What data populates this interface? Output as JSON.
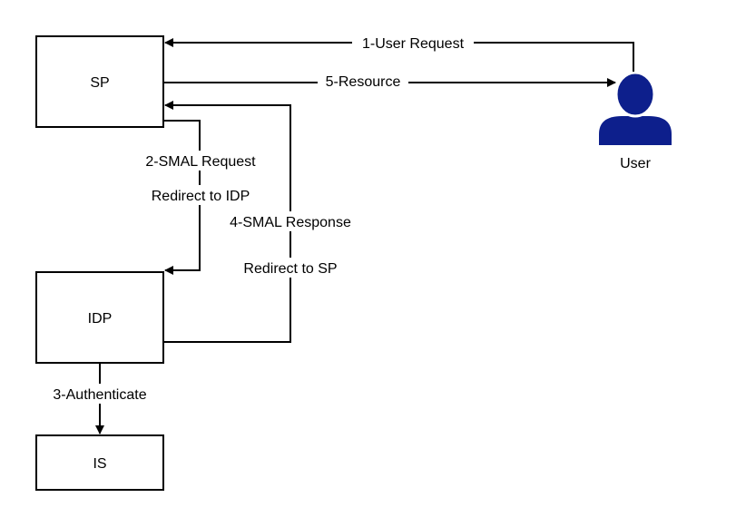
{
  "nodes": {
    "sp": "SP",
    "idp": "IDP",
    "is": "IS",
    "user": "User"
  },
  "edges": {
    "user_request": "1-User Request",
    "saml_request": "2-SMAL Request",
    "saml_request_sub": "Redirect to IDP",
    "authenticate": "3-Authenticate",
    "saml_response": "4-SMAL Response",
    "saml_response_sub": "Redirect to SP",
    "resource": "5-Resource"
  },
  "colors": {
    "user_icon": "#0d1f8c"
  },
  "icons": {
    "user": "user-icon"
  }
}
